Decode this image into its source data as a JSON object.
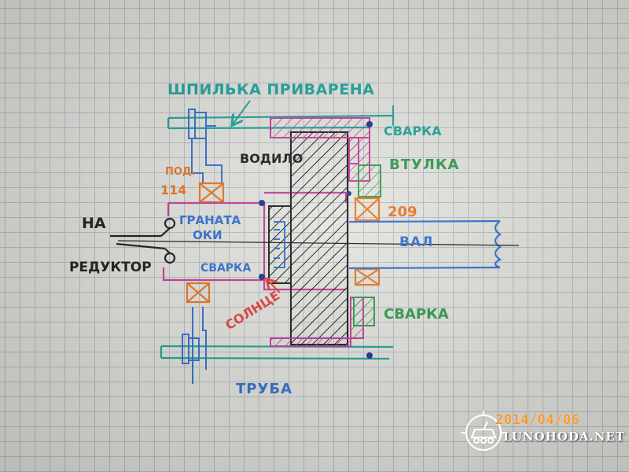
{
  "labels": {
    "stud_welded": "ШПИЛЬКА ПРИВАРЕНА",
    "weld_top": "СВАРКА",
    "carrier": "ВОДИЛО",
    "bushing": "ВТУЛКА",
    "bearing_114_top": "ПОД.",
    "bearing_114_bottom": "114",
    "bearing_209": "209",
    "to": "НА",
    "reducer": "РЕДУКТОР",
    "grenade_line1": "ГРАНАТА",
    "grenade_line2": "ОКИ",
    "weld_inner": "СВАРКА",
    "sun": "СОЛНЦЕ",
    "shaft": "ВАЛ",
    "weld_bottom": "СВАРКА",
    "pipe": "ТРУБА"
  },
  "watermark": {
    "date": "2014/04/06",
    "site": "LUNOHODA.NET"
  },
  "colors": {
    "teal": "#1aa39a",
    "blue": "#2f6fd0",
    "magenta": "#c43b9a",
    "black": "#1a1a1a",
    "orange": "#e8741f",
    "red": "#e0403a",
    "green": "#2f9a4a",
    "navy": "#1b2f8f"
  }
}
